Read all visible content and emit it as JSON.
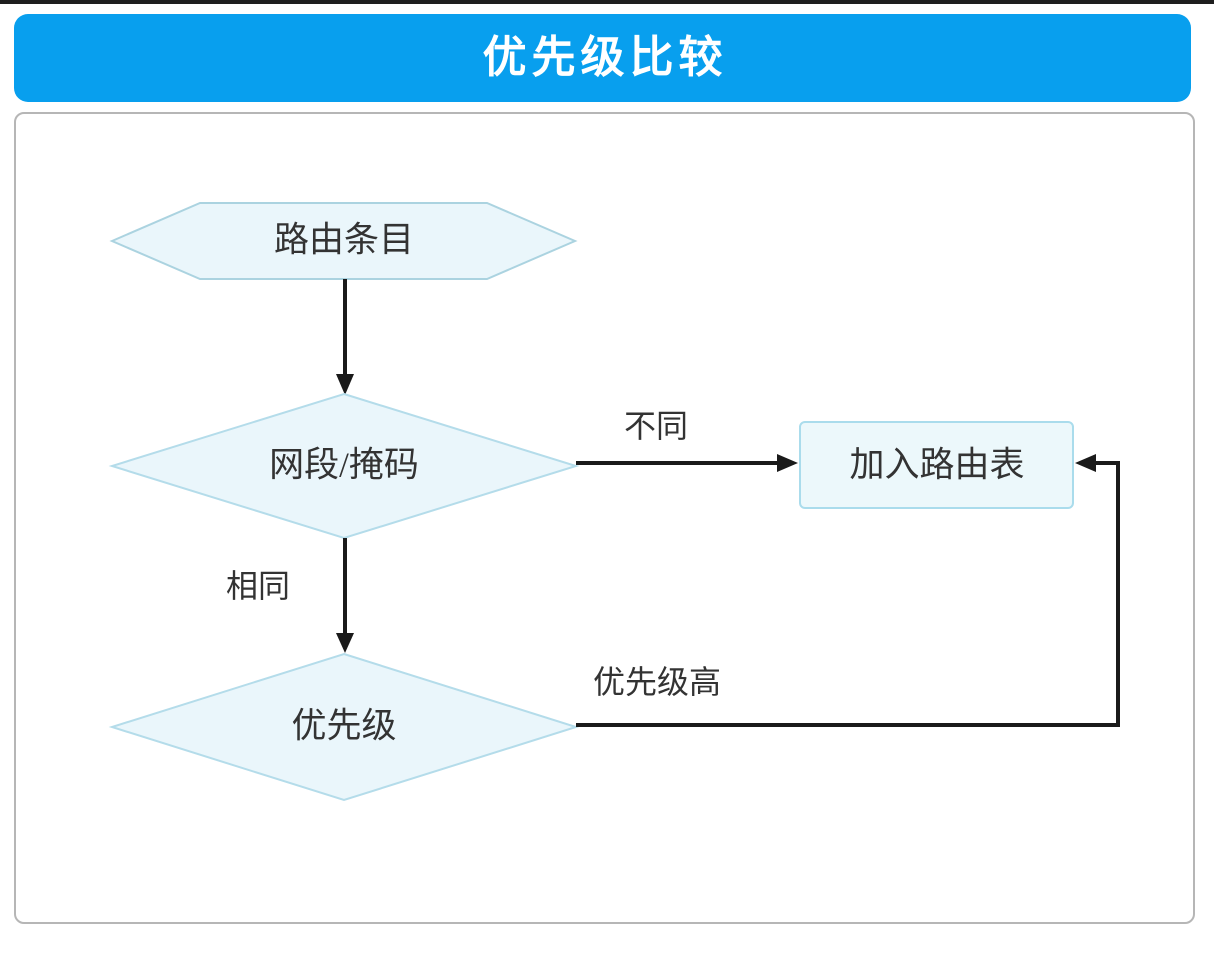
{
  "header": {
    "title": "优先级比较",
    "bg_color": "#089fee",
    "text_color": "#ffffff"
  },
  "flowchart": {
    "nodes": [
      {
        "id": "route-entry",
        "shape": "hexagon",
        "label": "路由条目"
      },
      {
        "id": "segment-mask",
        "shape": "diamond",
        "label": "网段/掩码"
      },
      {
        "id": "priority",
        "shape": "diamond",
        "label": "优先级"
      },
      {
        "id": "add-route-table",
        "shape": "rectangle",
        "label": "加入路由表"
      }
    ],
    "edges": [
      {
        "from": "route-entry",
        "to": "segment-mask",
        "label": ""
      },
      {
        "from": "segment-mask",
        "to": "add-route-table",
        "label": "不同"
      },
      {
        "from": "segment-mask",
        "to": "priority",
        "label": "相同"
      },
      {
        "from": "priority",
        "to": "add-route-table",
        "label": "优先级高"
      }
    ],
    "colors": {
      "node_fill": "#eaf6fb",
      "node_border": "#abd3e0",
      "rect_fill": "#ecf8fb",
      "rect_border": "#aadcec",
      "arrow": "#1a1a1a",
      "label_text": "#333333",
      "panel_border": "#b6b6b6"
    }
  }
}
